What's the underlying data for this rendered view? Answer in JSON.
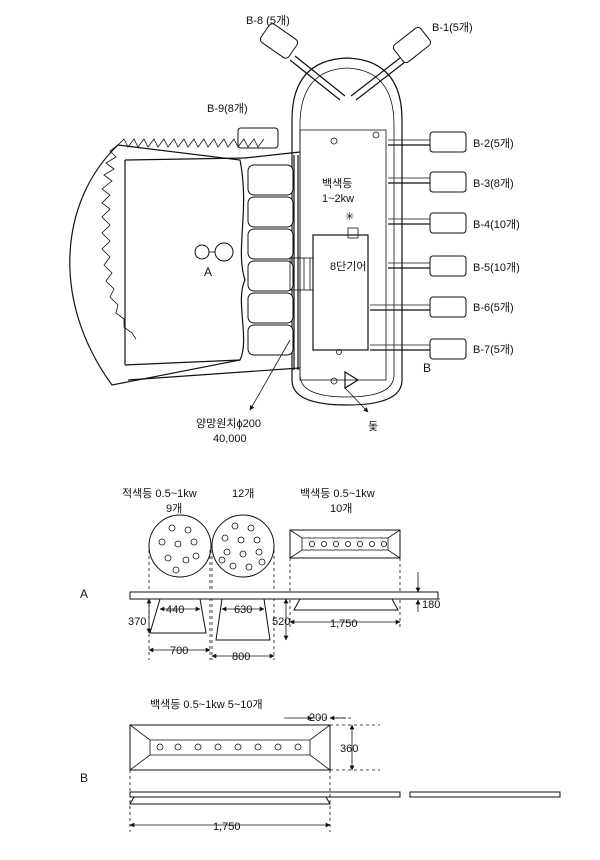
{
  "top_diagram": {
    "buoys": [
      {
        "id": "b8",
        "label": "B-8 (5개)"
      },
      {
        "id": "b1",
        "label": "B-1(5개)"
      },
      {
        "id": "b9",
        "label": "B-9(8개)"
      },
      {
        "id": "b2",
        "label": "B-2(5개)"
      },
      {
        "id": "b3",
        "label": "B-3(8개)"
      },
      {
        "id": "b4",
        "label": "B-4(10개)"
      },
      {
        "id": "b5",
        "label": "B-5(10개)"
      },
      {
        "id": "b6",
        "label": "B-6(5개)"
      },
      {
        "id": "b7",
        "label": "B-7(5개)"
      }
    ],
    "white_lamp_l1": "백색등",
    "white_lamp_l2": "1~2kw",
    "gear_label": "8단기어",
    "point_a": "A",
    "point_b": "B",
    "winch_l1": "양망원치ϕ200",
    "winch_l2": "40,000",
    "sail_label": "돛"
  },
  "detail_a": {
    "label": "A",
    "lamp_red_l1": "적색등 0.5~1kw",
    "lamp_red_l2": "9개",
    "lamp_12": "12개",
    "lamp_white_l1": "백색등 0.5~1kw",
    "lamp_white_l2": "10개",
    "dims": {
      "d440": "440",
      "d630": "630",
      "d370": "370",
      "d520": "520",
      "d1750": "1,750",
      "d180": "180",
      "d700": "700",
      "d800": "800"
    }
  },
  "detail_b": {
    "label": "B",
    "lamp_white": "백색등 0.5~1kw 5~10개",
    "dims": {
      "d200": "200",
      "d360": "360",
      "d1750": "1,750"
    }
  }
}
